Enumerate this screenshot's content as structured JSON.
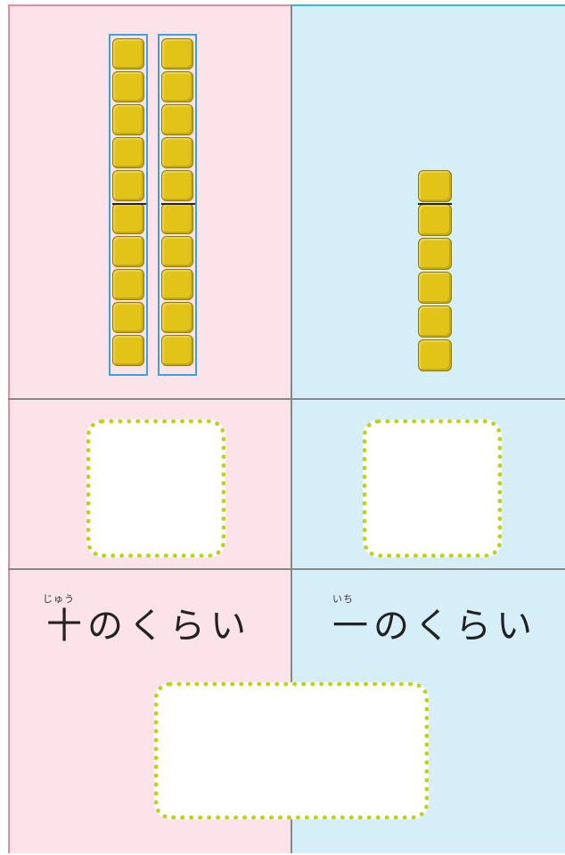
{
  "tens": {
    "rod_count": 2,
    "cubes_per_rod": 10,
    "place_label": "十のくらい",
    "ruby": "じゅう",
    "color_panel": "#fce3ea",
    "color_border": "#e88aa0"
  },
  "ones": {
    "cube_count": 6,
    "place_label": "一のくらい",
    "ruby": "いち",
    "color_panel": "#d6eef8",
    "color_border": "#35b4e8"
  },
  "colors": {
    "cube": "#e2c317",
    "rod_outline": "#3aa3dd",
    "answer_box_border": "#bcd31d"
  }
}
